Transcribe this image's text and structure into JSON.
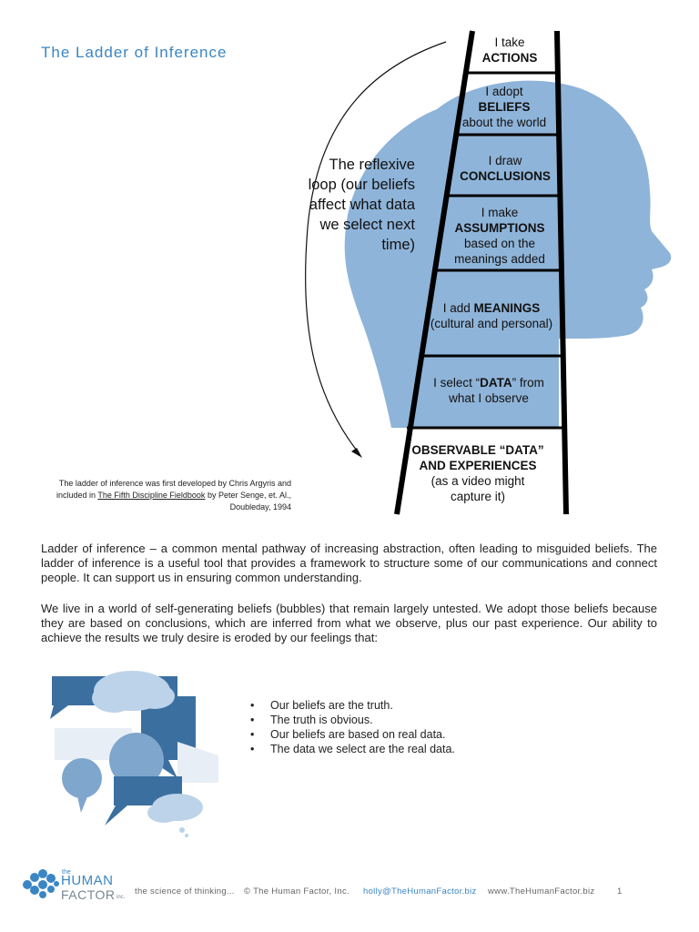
{
  "header": {
    "title": "The Ladder of Inference"
  },
  "ladder": {
    "rungs": [
      {
        "pre": "I take",
        "bold": "ACTIONS",
        "post": ""
      },
      {
        "pre": "I adopt",
        "bold": "BELIEFS",
        "post": "about the world"
      },
      {
        "pre": "I draw",
        "bold": "CONCLUSIONS",
        "post": ""
      },
      {
        "pre": "I make",
        "bold": "ASSUMPTIONS",
        "post": "based on the meanings added"
      },
      {
        "pre": "I add",
        "bold": "MEANINGS",
        "post": "(cultural and personal)"
      },
      {
        "pre": "I select “",
        "bold": "DATA",
        "post": "” from what I observe"
      },
      {
        "pre": "",
        "bold": "OBSERVABLE “DATA” AND EXPERIENCES",
        "post": "(as a video might capture it)"
      }
    ],
    "loop_text": "The reflexive loop (our beliefs affect what data we select next time)",
    "colors": {
      "head": "#8fb4d9",
      "rail": "#000000"
    }
  },
  "footnote": {
    "line1": "The ladder of inference was first developed by Chris Argyris and included in ",
    "book": "The Fifth Discipline Fieldbook",
    "line2": " by Peter Senge, et. Al., Doubleday, 1994"
  },
  "body": {
    "p1_lead": "Ladder of inference",
    "p1_rest": " – a common mental pathway of increasing abstraction, often leading to misguided beliefs.  The ladder of inference is a useful tool that provides a framework to structure some of our communications and connect people.  It can support us in ensuring common understanding.",
    "p2": "We live in a world of self-generating beliefs (bubbles) that remain largely untested. We adopt those beliefs because they are based on conclusions, which are inferred from what we observe, plus our past experience. Our ability to achieve the results we truly desire is eroded by our feelings that:",
    "bullets": [
      "Our beliefs are the truth.",
      "The truth is obvious.",
      "Our beliefs are based on real data.",
      "The data we select are the real data."
    ]
  },
  "footer": {
    "logo_small": "the",
    "logo_human": "HUMAN",
    "logo_factor": "FACTOR",
    "logo_inc": "inc.",
    "tagline": "the science of thinking...",
    "copyright": "© The Human Factor, Inc.",
    "email": "holly@TheHumanFactor.biz",
    "website": "www.TheHumanFactor.biz",
    "page": "1",
    "colors": {
      "brand": "#3a86c4"
    }
  }
}
